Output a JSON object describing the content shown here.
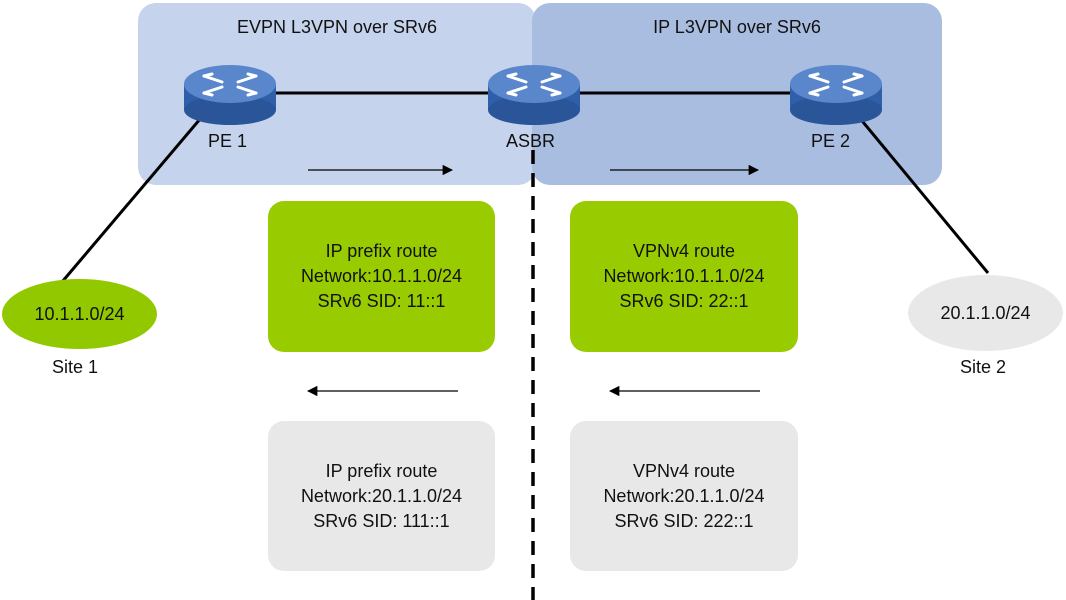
{
  "regions": {
    "left_title": "EVPN L3VPN over SRv6",
    "right_title": "IP L3VPN over SRv6"
  },
  "nodes": {
    "pe1": "PE 1",
    "asbr": "ASBR",
    "pe2": "PE 2"
  },
  "sites": {
    "site1": {
      "network": "10.1.1.0/24",
      "label": "Site 1",
      "color": "#92c800"
    },
    "site2": {
      "network": "20.1.1.0/24",
      "label": "Site 2",
      "color": "#e8e8e8"
    }
  },
  "routes": [
    {
      "title": "IP prefix route",
      "network": "Network:10.1.1.0/24",
      "sid": "SRv6 SID: 11::1"
    },
    {
      "title": "VPNv4 route",
      "network": "Network:10.1.1.0/24",
      "sid": "SRv6 SID: 22::1"
    },
    {
      "title": "IP prefix route",
      "network": "Network:20.1.1.0/24",
      "sid": "SRv6 SID: 111::1"
    },
    {
      "title": "VPNv4 route",
      "network": "Network:20.1.1.0/24",
      "sid": "SRv6 SID: 222::1"
    }
  ],
  "colors": {
    "left_region": "#c6d3ec",
    "right_region": "#a9bde0",
    "advertised_route": "#99cc00",
    "returned_route": "#e8e8e8",
    "router": "#3d6db5"
  }
}
